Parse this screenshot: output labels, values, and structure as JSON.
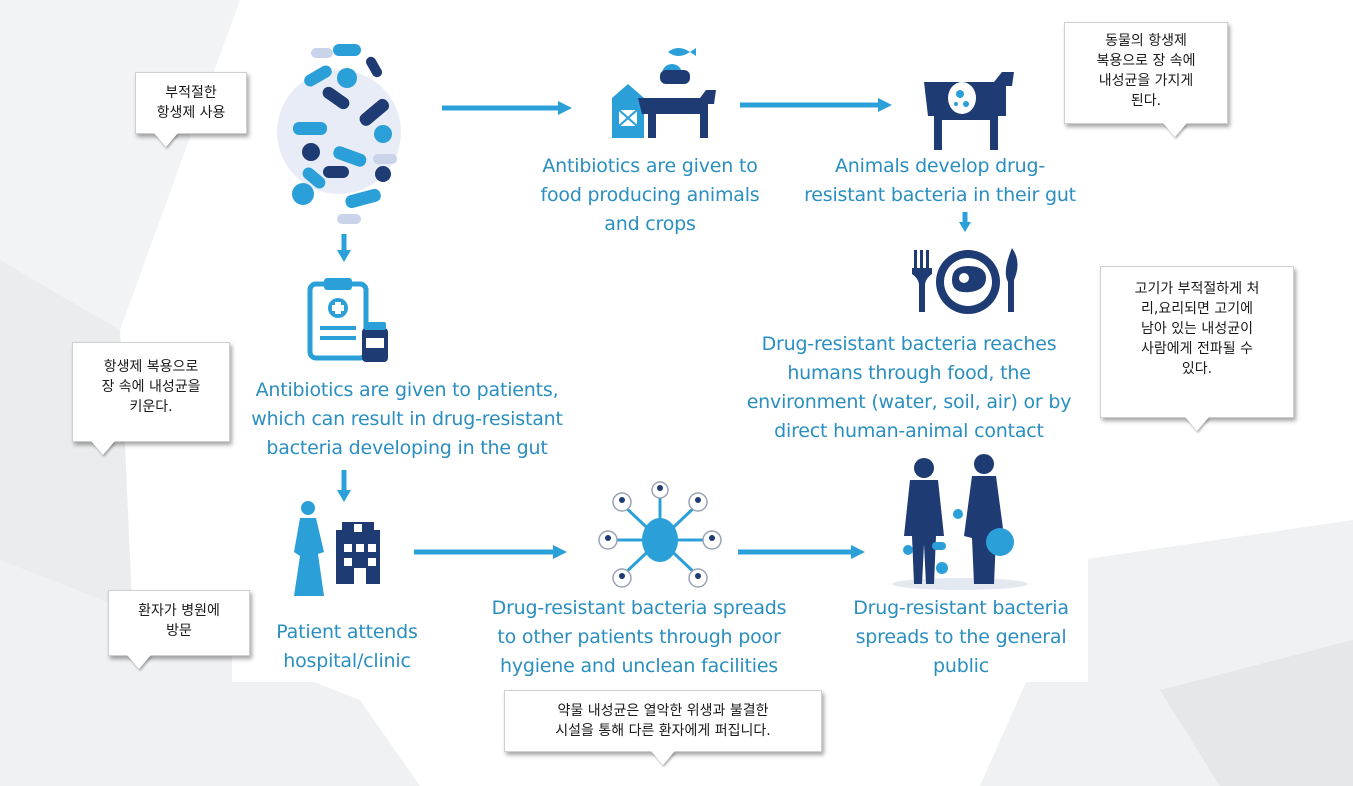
{
  "colors": {
    "arrow": "#2ba0d8",
    "icon_dark": "#1f3b73",
    "icon_light": "#2ba0d8",
    "caption": "#2a8fc0"
  },
  "captions": {
    "animals_given": "Antibiotics are given to\nfood producing animals\nand crops",
    "animals_develop": "Animals develop drug-\nresistant bacteria in their gut",
    "patients_given": "Antibiotics are given to patients,\nwhich can result in drug-resistant\nbacteria developing in the gut",
    "reaches_humans": "Drug-resistant bacteria reaches\nhumans through food, the\nenvironment (water, soil, air) or by\ndirect human-animal contact",
    "patient_attends": "Patient attends\nhospital/clinic",
    "spreads_patients": "Drug-resistant bacteria spreads\nto other patients through poor\nhygiene and unclean facilities",
    "spreads_public": "Drug-resistant bacteria\nspreads to the general\npublic"
  },
  "callouts": {
    "misuse": "부적절한\n항생제 사용",
    "animal_gut": "동물의 항생제\n복용으로 장 속에\n내성균을 가지게\n된다.",
    "patient_gut": "항생제 복용으로\n장 속에 내성균을\n키운다.",
    "meat": "고기가 부적절하게 처\n리,요리되면 고기에\n남아 있는 내성균이\n사람에게 전파될 수\n있다.",
    "hospital": "환자가 병원에\n방문",
    "facilities": "약물 내성균은 열악한 위생과 불결한\n시설을 통해 다른 환자에게 퍼집니다."
  },
  "icons": [
    "pills-icon",
    "farm-cow-icon",
    "cow-gut-icon",
    "clipboard-medicine-icon",
    "meat-plate-icon",
    "patient-hospital-icon",
    "bacteria-network-icon",
    "public-people-icon"
  ]
}
